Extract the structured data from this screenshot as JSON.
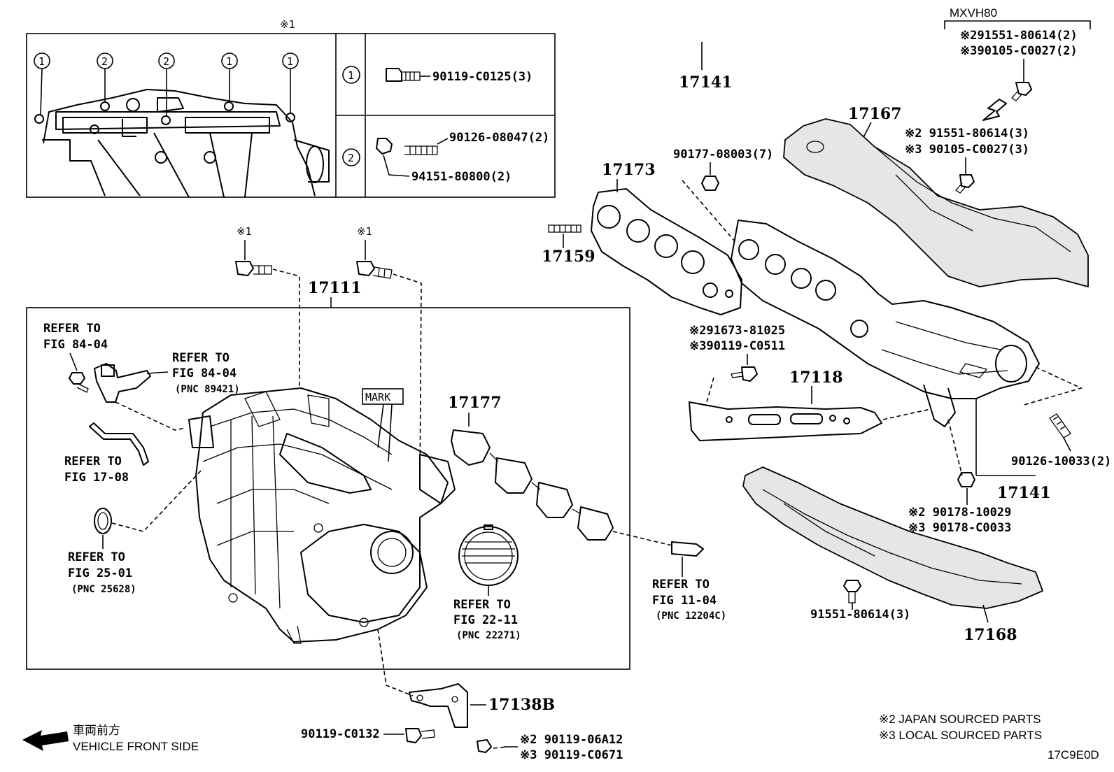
{
  "inset": {
    "mark": "※1",
    "callouts": [
      "1",
      "2",
      "2",
      "1",
      "1"
    ],
    "row1": {
      "num": "1",
      "part": "90119-C0125(3)"
    },
    "row2": {
      "num": "2",
      "part_a": "90126-08047(2)",
      "part_b": "94151-80800(2)"
    }
  },
  "labels": {
    "p17141_top": "17141",
    "mxvh80": "MXVH80",
    "mx_line1": "※291551-80614(2)",
    "mx_line2": "※390105-C0027(2)",
    "p17167": "17167",
    "c17167_line1": "※2 91551-80614(3)",
    "c17167_line2": "※3 90105-C0027(3)",
    "p90177": "90177-08003(7)",
    "p17173": "17173",
    "p17159": "17159",
    "mark1a": "※1",
    "mark1b": "※1",
    "p17111": "17111",
    "ref84_a_1": "REFER TO",
    "ref84_a_2": "FIG 84-04",
    "ref84_b_1": "REFER TO",
    "ref84_b_2": "FIG 84-04",
    "ref84_b_3": "(PNC 89421)",
    "ref17_1": "REFER TO",
    "ref17_2": "FIG 17-08",
    "ref25_1": "REFER TO",
    "ref25_2": "FIG 25-01",
    "ref25_3": "(PNC 25628)",
    "mark_box": "MARK",
    "p17177": "17177",
    "ref22_1": "REFER TO",
    "ref22_2": "FIG 22-11",
    "ref22_3": "(PNC 22271)",
    "ref11_1": "REFER TO",
    "ref11_2": "FIG 11-04",
    "ref11_3": "(PNC 12204C)",
    "c81025_1": "※291673-81025",
    "c81025_2": "※390119-C0511",
    "p17118": "17118",
    "p90126_10033": "90126-10033(2)",
    "p17141_right": "17141",
    "c10029_1": "※2 90178-10029",
    "c10029_2": "※3 90178-C0033",
    "p91551": "91551-80614(3)",
    "p17168": "17168",
    "p17138b": "17138B",
    "p90119_c0132": "90119-C0132",
    "c06a12_1": "※2 90119-06A12",
    "c06a12_2": "※3 90119-C0671",
    "front_jp": "車両前方",
    "front_en": "VEHICLE FRONT SIDE",
    "legend1": "※2 JAPAN SOURCED PARTS",
    "legend2": "※3 LOCAL SOURCED PARTS",
    "fig_code": "17C9E0D"
  }
}
